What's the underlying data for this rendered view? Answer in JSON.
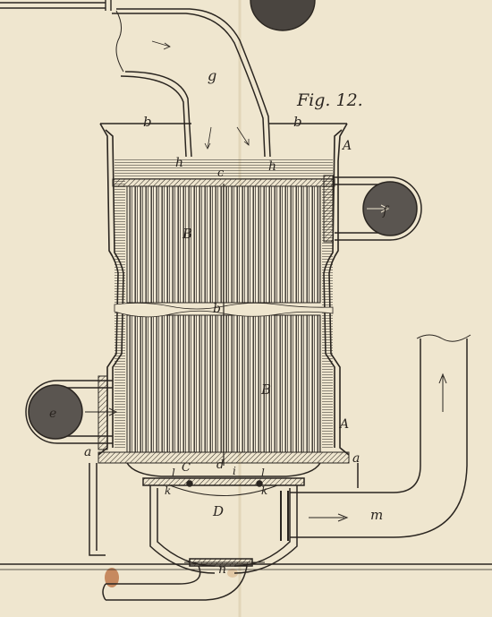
{
  "figure": {
    "title": "Fig. 12."
  },
  "labels": {
    "g": "g",
    "b_left": "b",
    "b_right": "b",
    "A_top": "A",
    "A_bottom": "A",
    "h_left": "h",
    "h_right": "h",
    "c_top": "c",
    "B_upper": "B",
    "B_lower": "B",
    "b_middle": "b",
    "f": "f",
    "e": "e",
    "a_left": "a",
    "a_right": "a",
    "d": "d",
    "C": "C",
    "i": "i",
    "l_left": "l",
    "l_right": "l",
    "k_left": "k",
    "k_right": "k",
    "D": "D",
    "m": "m",
    "n": "n"
  },
  "colors": {
    "paper": "#efe6cf",
    "ink": "#2a2520",
    "water": "#d9d2bf",
    "stain": "#b86a3a"
  }
}
